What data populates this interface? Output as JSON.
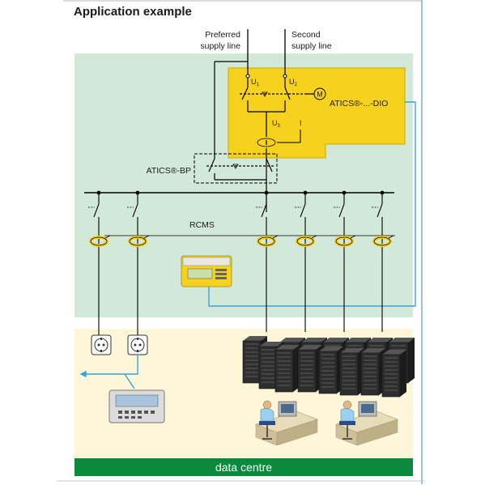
{
  "header": {
    "title": "Application example"
  },
  "supply": {
    "preferred_line1": "Preferred",
    "preferred_line2": "supply line",
    "second_line1": "Second",
    "second_line2": "supply line"
  },
  "ats": {
    "u1": "U",
    "u1_sub": "1",
    "u2": "U",
    "u2_sub": "2",
    "u3": "U",
    "u3_sub": "3",
    "i_label": "I",
    "motor": "M",
    "device_label": "ATICS®-...-DIO"
  },
  "bypass": {
    "label": "ATICS®-BP"
  },
  "rcms": {
    "label": "RCMS"
  },
  "footer": {
    "label": "data centre"
  },
  "colors": {
    "green_zone": "#d2e8d8",
    "cream_zone": "#fdf6d8",
    "ats_yellow": "#f6d21e",
    "footer_green": "#0c8a3c",
    "comm_line": "#3aa2d8"
  }
}
